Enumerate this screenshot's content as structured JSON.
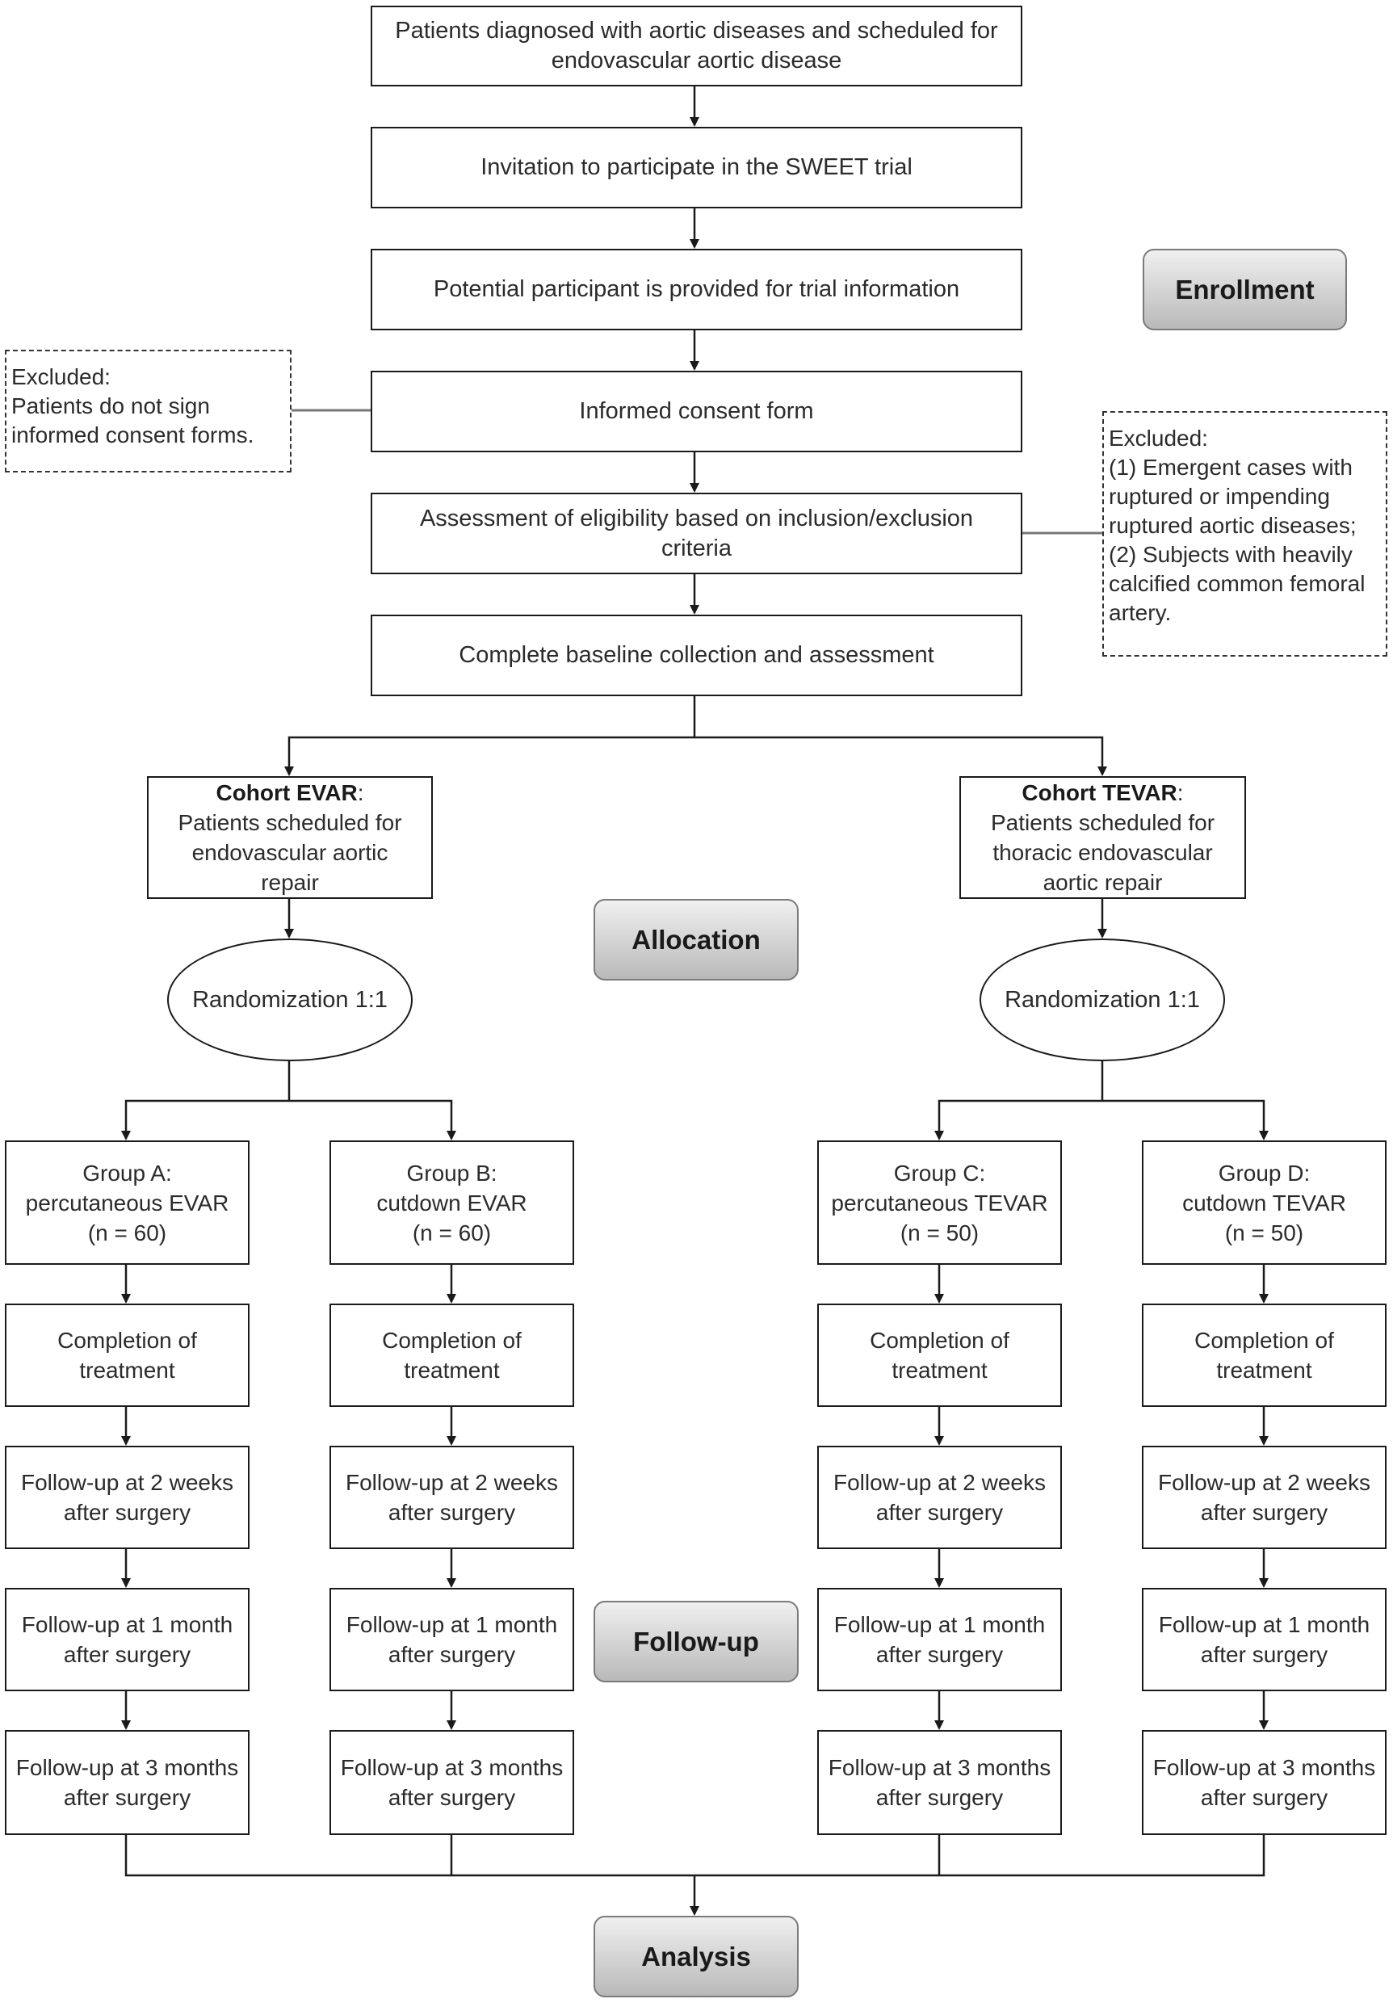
{
  "flow": {
    "step1": "Patients diagnosed with aortic diseases and scheduled for endovascular aortic disease",
    "step2": "Invitation to participate in the SWEET trial",
    "step3": "Potential participant is provided for trial information",
    "step4": "Informed consent form",
    "step5": "Assessment of eligibility based on inclusion/exclusion criteria",
    "step6": "Complete baseline collection and assessment"
  },
  "excluded_left": {
    "text": "Excluded:\nPatients do not sign\ninformed consent forms."
  },
  "excluded_right": {
    "text": "Excluded:\n(1) Emergent cases with\nruptured or impending\nruptured aortic diseases;\n(2) Subjects with heavily\ncalcified common femoral\nartery."
  },
  "stages": {
    "enrollment": "Enrollment",
    "allocation": "Allocation",
    "followup": "Follow-up",
    "analysis": "Analysis"
  },
  "cohorts": {
    "evar": {
      "name": "Cohort EVAR",
      "colon": ":",
      "desc": "Patients scheduled for endovascular aortic repair"
    },
    "tevar": {
      "name": "Cohort TEVAR",
      "colon": ":",
      "desc": "Patients scheduled for thoracic endovascular aortic repair"
    }
  },
  "randomization": {
    "evar": "Randomization 1:1",
    "tevar": "Randomization 1:1"
  },
  "groups": {
    "a": {
      "title": "Group A:",
      "arm": "percutaneous EVAR",
      "n": "(n = 60)"
    },
    "b": {
      "title": "Group B:",
      "arm": "cutdown EVAR",
      "n": "(n = 60)"
    },
    "c": {
      "title": "Group C:",
      "arm": "percutaneous TEVAR",
      "n": "(n = 50)"
    },
    "d": {
      "title": "Group D:",
      "arm": "cutdown TEVAR",
      "n": "(n = 50)"
    }
  },
  "steps": {
    "completion": "Completion of treatment",
    "fu2w": "Follow-up at 2 weeks after surgery",
    "fu1m": "Follow-up at 1 month after surgery",
    "fu3m": "Follow-up at 3 months after surgery"
  }
}
